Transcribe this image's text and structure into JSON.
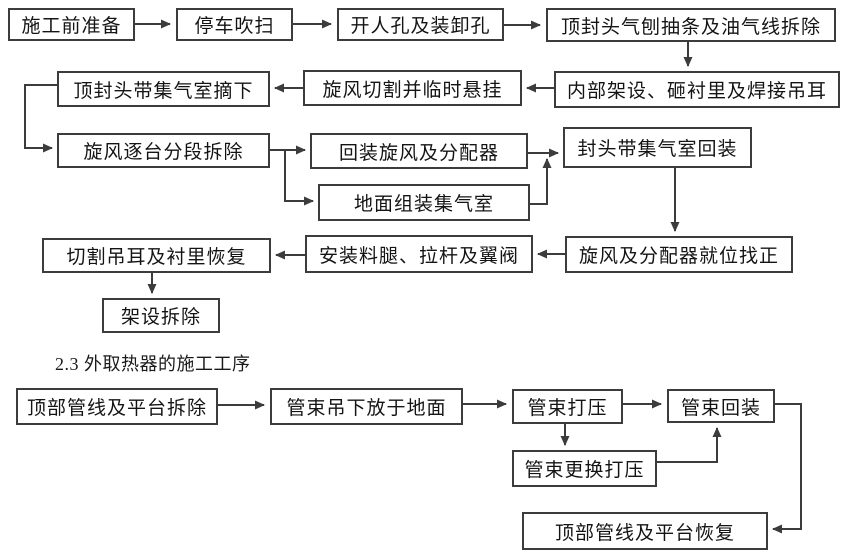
{
  "colors": {
    "background": "#ffffff",
    "box_fill": "#ffffff",
    "box_border": "#3c3c3c",
    "line": "#3c3c3c",
    "text": "#141414"
  },
  "section_heading": "2.3 外取热器的施工工序",
  "flow1": {
    "nodes": {
      "prep": "施工前准备",
      "shutdown_purge": "停车吹扫",
      "open_manholes": "开人孔及装卸孔",
      "top_head_gouge": "顶封头气刨抽条及油气线拆除",
      "internal_scaffold": "内部架设、砸衬里及焊接吊耳",
      "cyclone_cut_hang": "旋风切割并临时悬挂",
      "top_head_remove": "顶封头带集气室摘下",
      "cyclone_segment_remove": "旋风逐台分段拆除",
      "reinstall_cyclone_distributor": "回装旋风及分配器",
      "ground_assemble_plenum": "地面组装集气室",
      "head_plenum_reinstall": "封头带集气室回装",
      "cyclone_position": "旋风及分配器就位找正",
      "install_diplegs": "安装料腿、拉杆及翼阀",
      "cut_lugs_lining_restore": "切割吊耳及衬里恢复",
      "scaffold_remove": "架设拆除"
    }
  },
  "flow2": {
    "nodes": {
      "top_piping_remove": "顶部管线及平台拆除",
      "bundle_lower": "管束吊下放于地面",
      "bundle_pressure_test": "管束打压",
      "bundle_reinstall": "管束回装",
      "bundle_replace_test": "管束更换打压",
      "top_piping_restore": "顶部管线及平台恢复"
    }
  }
}
